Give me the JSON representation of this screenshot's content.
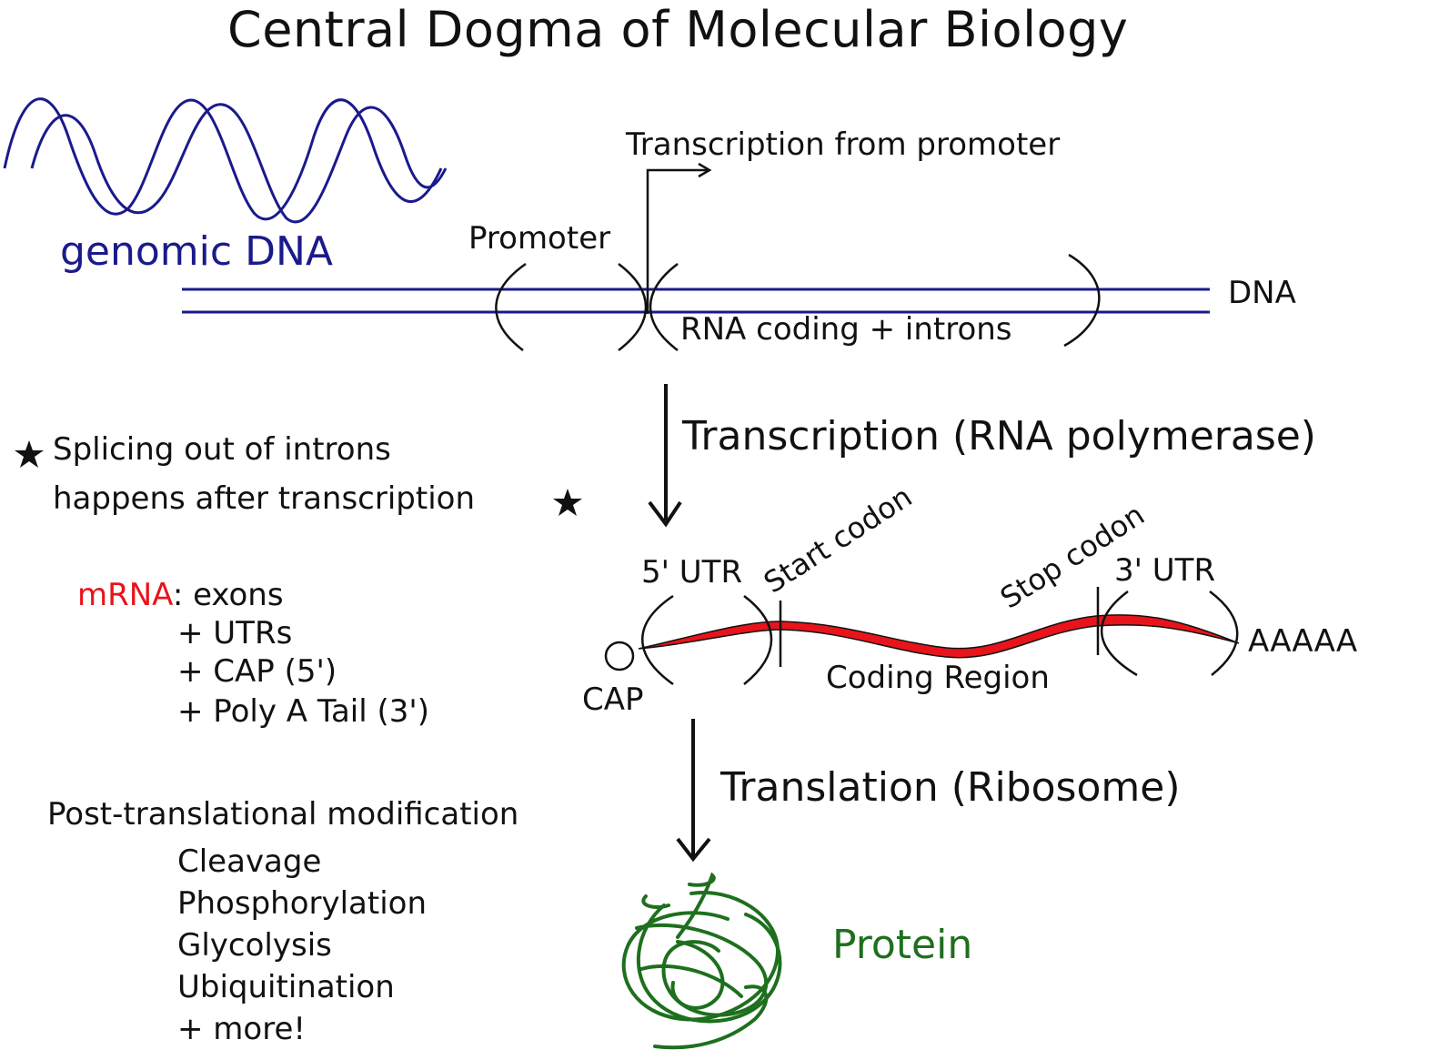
{
  "title": "Central Dogma of Molecular Biology",
  "dna_section": {
    "genomic_dna_label": "genomic DNA",
    "transcription_from_promoter": "Transcription from promoter",
    "promoter_label": "Promoter",
    "dna_label": "DNA",
    "coding_label": "RNA coding + introns"
  },
  "transcription_step": "Transcription (RNA polymerase)",
  "splicing_note": {
    "line1": "Splicing out of introns",
    "line2": "happens after transcription",
    "star": "★"
  },
  "mrna_section": {
    "utr5": "5' UTR",
    "start_codon": "Start codon",
    "stop_codon": "Stop codon",
    "utr3": "3' UTR",
    "polya": "AAAAA",
    "cap": "CAP",
    "coding_region": "Coding Region"
  },
  "mrna_note": {
    "keyword": "mRNA",
    "colon_exons": ": exons",
    "items": [
      "+ UTRs",
      "+ CAP (5')",
      "+ Poly A Tail (3')"
    ]
  },
  "translation_step": "Translation (Ribosome)",
  "ptm": {
    "heading": "Post-translational modification",
    "items": [
      "Cleavage",
      "Phosphorylation",
      "Glycolysis",
      "Ubiquitination",
      "+ more!"
    ]
  },
  "protein_label": "Protein",
  "colors": {
    "dna_blue": "#1a1a8c",
    "mrna_red": "#e8141b",
    "protein_green": "#1e6f1e",
    "ink": "#111111"
  }
}
